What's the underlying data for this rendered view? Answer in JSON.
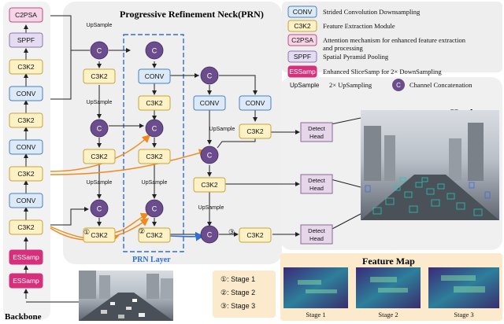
{
  "titles": {
    "neck": "Progressive Refinement Neck(PRN)",
    "head": "Head",
    "feature_map": "Feature Map",
    "prn_layer": "PRN Layer",
    "backbone": "Backbone"
  },
  "backbone_blocks": [
    "C2PSA",
    "SPPF",
    "C3K2",
    "CONV",
    "C3K2",
    "CONV",
    "C3K2",
    "CONV",
    "C3K2",
    "ESSamp",
    "ESSamp"
  ],
  "neck": {
    "upsample": "UpSample",
    "c3k2": "C3K2",
    "conv": "CONV",
    "concat": "C",
    "detect_line1": "Detect",
    "detect_line2": "Head",
    "stage_marks": [
      "①",
      "②",
      "③"
    ]
  },
  "legend": [
    {
      "box": "CONV",
      "text": "Strided Convolution Downsampling"
    },
    {
      "box": "C3K2",
      "text": "Feature Extraction Module"
    },
    {
      "box": "C2PSA",
      "text": "Attention mechanism for enhanced feature extraction",
      "text2": "and processing"
    },
    {
      "box": "SPPF",
      "text": "Spatial Pyramid Pooling"
    },
    {
      "box": "ESSamp",
      "text": "Enhanced SliceSamp for 2× DownSampling"
    },
    {
      "box": "UpSample",
      "text": "2× UpSampling"
    },
    {
      "box": "C",
      "text": "Channel Concatenation"
    }
  ],
  "stages": [
    "①: Stage 1",
    "②: Stage 2",
    "③: Stage 3"
  ],
  "feature_map_labels": [
    "Stage 1",
    "Stage 2",
    "Stage 3"
  ],
  "colors": {
    "conv": "#dce9f7",
    "conv_border": "#4a7fc1",
    "c3k2": "#fdf1c6",
    "c3k2_border": "#c9a43a",
    "c2psa": "#f6d6e6",
    "c2psa_border": "#b94d85",
    "sppf": "#e4dcf0",
    "sppf_border": "#8a76b0",
    "essamp": "#d6307c",
    "detect": "#e6d6ea",
    "detect_border": "#8a6a94",
    "concat": "#6b4c8c",
    "orange": "#f08a1c",
    "blue": "#2f6fd6",
    "neck_bg": "#efefef",
    "featmap_bg": "#fbeacb"
  }
}
